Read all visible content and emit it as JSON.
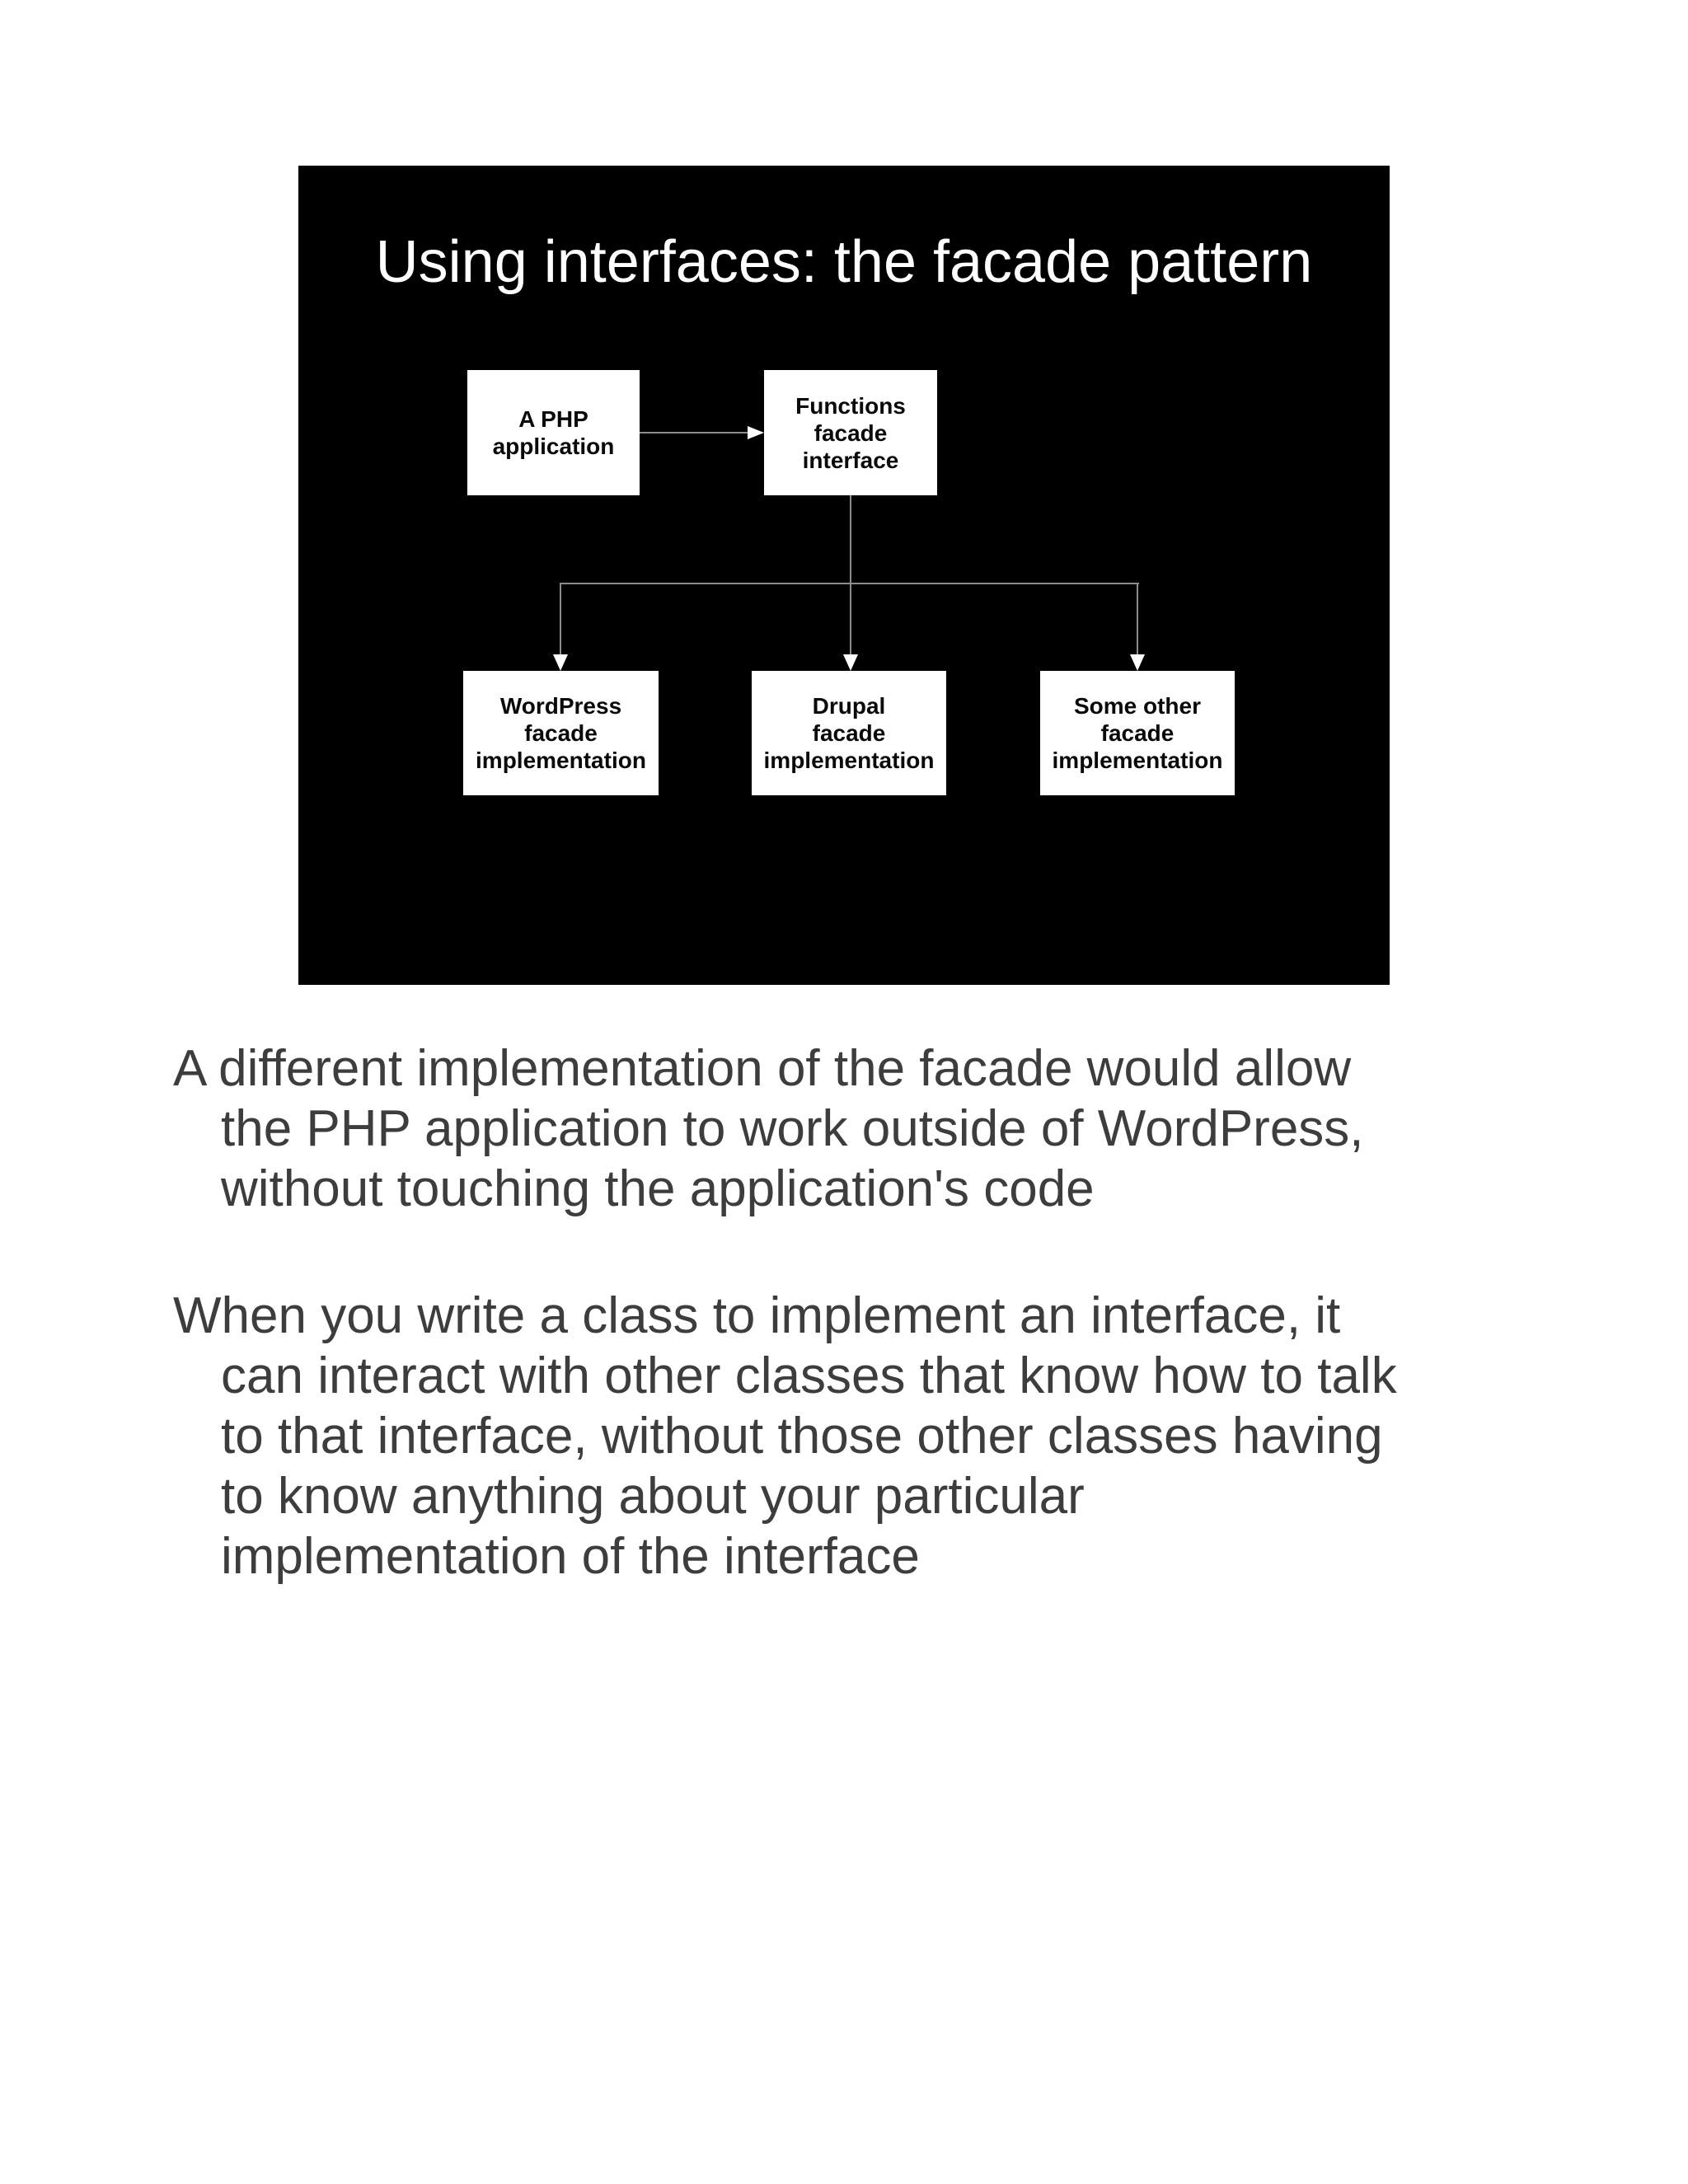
{
  "page": {
    "background": "#ffffff"
  },
  "slide": {
    "background": "#000000",
    "title": "Using interfaces: the facade pattern",
    "title_color": "#ffffff",
    "connector_color": "#8c8c8c",
    "arrowhead_color": "#ffffff",
    "nodes": {
      "php_app": "A PHP\napplication",
      "functions_facade": "Functions\nfacade\ninterface",
      "wordpress_impl": "WordPress\nfacade\nimplementation",
      "drupal_impl": "Drupal\nfacade\nimplementation",
      "some_other_impl": "Some other\nfacade\nimplementation"
    }
  },
  "body_text": {
    "color": "#3d3d3d",
    "paragraphs": [
      {
        "text": "A different implementation of the facade would allow\nthe PHP application to work outside of WordPress,\nwithout touching the application's code"
      },
      {
        "text": "When you write a class to implement an interface, it\ncan interact with other classes that know how to talk\nto that interface, without those other classes having\nto know anything about your particular\nimplementation of the interface"
      }
    ]
  }
}
